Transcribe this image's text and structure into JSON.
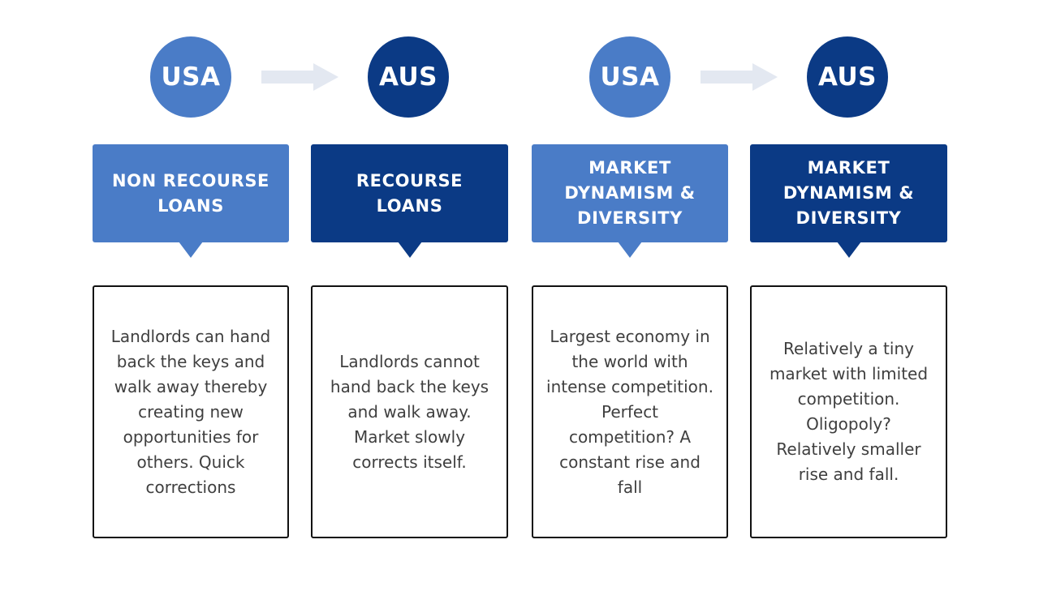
{
  "comparisons": [
    {
      "from_country": "USA",
      "to_country": "AUS"
    },
    {
      "from_country": "USA",
      "to_country": "AUS"
    }
  ],
  "columns": [
    {
      "country": "USA",
      "header": "NON RECOURSE LOANS",
      "description": "Landlords can hand back the keys and walk away thereby creating new opportunities for others. Quick corrections"
    },
    {
      "country": "AUS",
      "header": "RECOURSE LOANS",
      "description": "Landlords cannot hand back the keys and walk away. Market slowly corrects itself."
    },
    {
      "country": "USA",
      "header": "MARKET DYNAMISM & DIVERSITY",
      "description": "Largest economy in the world with intense competition. Perfect competition? A constant rise and fall"
    },
    {
      "country": "AUS",
      "header": "MARKET DYNAMISM & DIVERSITY",
      "description": "Relatively a tiny market with limited competition. Oligopoly? Relatively smaller rise and fall."
    }
  ],
  "colors": {
    "light_blue": "#4a7cc7",
    "dark_blue": "#0b3a85",
    "arrow": "#e3e8f1",
    "border": "#111111",
    "body_text": "#3f3f3f"
  },
  "icons": {
    "arrow": "right-arrow-icon"
  }
}
